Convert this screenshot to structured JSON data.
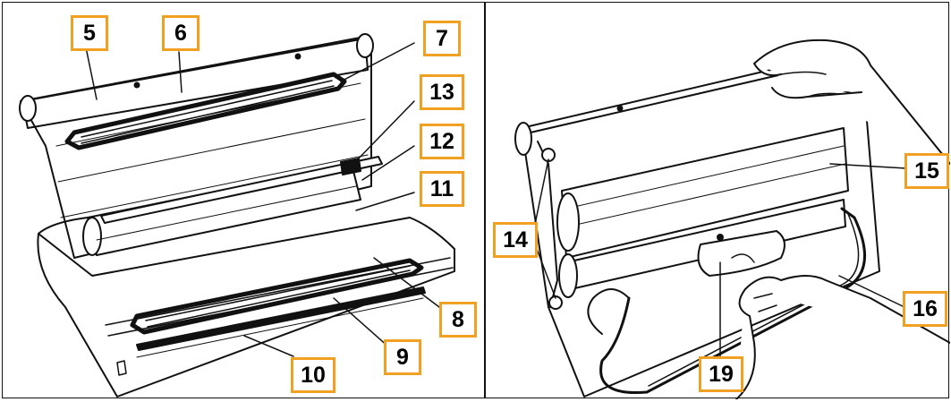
{
  "callouts": {
    "c5": "5",
    "c6": "6",
    "c7": "7",
    "c8": "8",
    "c9": "9",
    "c10": "10",
    "c11": "11",
    "c12": "12",
    "c13": "13",
    "c14": "14",
    "c15": "15",
    "c16": "16",
    "c19": "19"
  },
  "colors": {
    "callout_border": "#f2a022",
    "line": "#111111"
  }
}
